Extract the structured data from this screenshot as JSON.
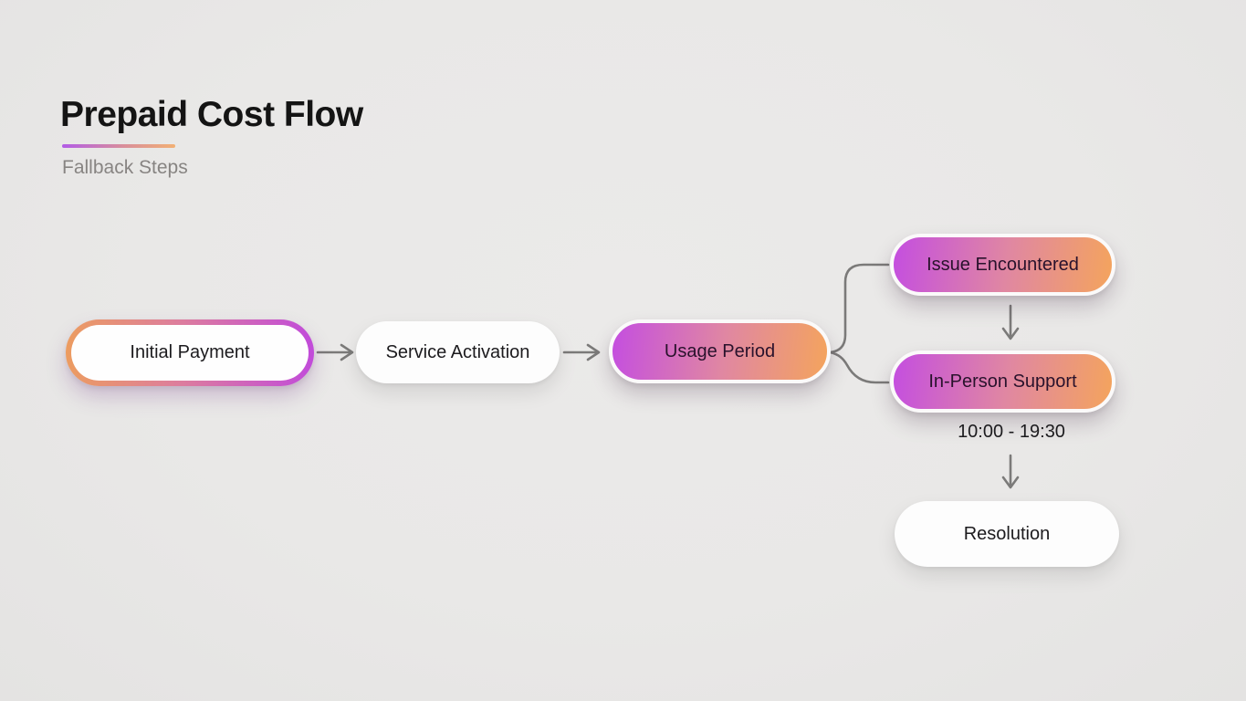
{
  "header": {
    "title": "Prepaid Cost Flow",
    "subtitle": "Fallback Steps"
  },
  "colors": {
    "background": "#e9e8e7",
    "gradient_purple": "#c44ee0",
    "gradient_pink": "#e087a2",
    "gradient_orange": "#f4a45d",
    "ring_orange": "#ec9c60",
    "ring_purple": "#c14bda",
    "connector_gray": "#7b7a79",
    "node_text_dark": "#1c1b1e",
    "subtitle_gray": "#878482"
  },
  "diagram": {
    "nodes": [
      {
        "id": "initial-payment",
        "label": "Initial Payment",
        "style": "white-gradient-ring"
      },
      {
        "id": "service-activation",
        "label": "Service Activation",
        "style": "white"
      },
      {
        "id": "usage-period",
        "label": "Usage Period",
        "style": "gradient"
      },
      {
        "id": "issue-encountered",
        "label": "Issue Encountered",
        "style": "gradient"
      },
      {
        "id": "in-person-support",
        "label": "In-Person Support",
        "style": "gradient"
      },
      {
        "id": "resolution",
        "label": "Resolution",
        "style": "white"
      }
    ],
    "support_hours": "10:00 - 19:30",
    "edges": [
      {
        "from": "initial-payment",
        "to": "service-activation",
        "type": "arrow-right"
      },
      {
        "from": "service-activation",
        "to": "usage-period",
        "type": "arrow-right"
      },
      {
        "from": "usage-period",
        "to": "issue-encountered",
        "type": "curve-up"
      },
      {
        "from": "usage-period",
        "to": "in-person-support",
        "type": "curve-down"
      },
      {
        "from": "issue-encountered",
        "to": "in-person-support",
        "type": "arrow-down"
      },
      {
        "from": "in-person-support",
        "to": "resolution",
        "type": "arrow-down"
      }
    ]
  }
}
